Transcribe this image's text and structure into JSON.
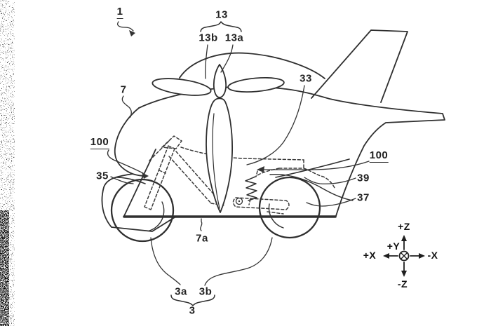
{
  "figure": {
    "labels": {
      "ref1": "1",
      "ref13": "13",
      "ref13b": "13b",
      "ref13a": "13a",
      "ref7": "7",
      "ref33": "33",
      "ref100_front": "100",
      "ref35": "35",
      "ref100_rear": "100",
      "ref39": "39",
      "ref37": "37",
      "ref7a": "7a",
      "ref3a": "3a",
      "ref3b": "3b",
      "ref3": "3"
    },
    "axis_indicator": {
      "up": "+Z",
      "down": "-Z",
      "left": "+X",
      "right": "-X",
      "into_page": "+Y"
    },
    "colors": {
      "line": "#2f2f2f",
      "dashed_line": "#3a3a3a",
      "background": "#ffffff"
    }
  }
}
